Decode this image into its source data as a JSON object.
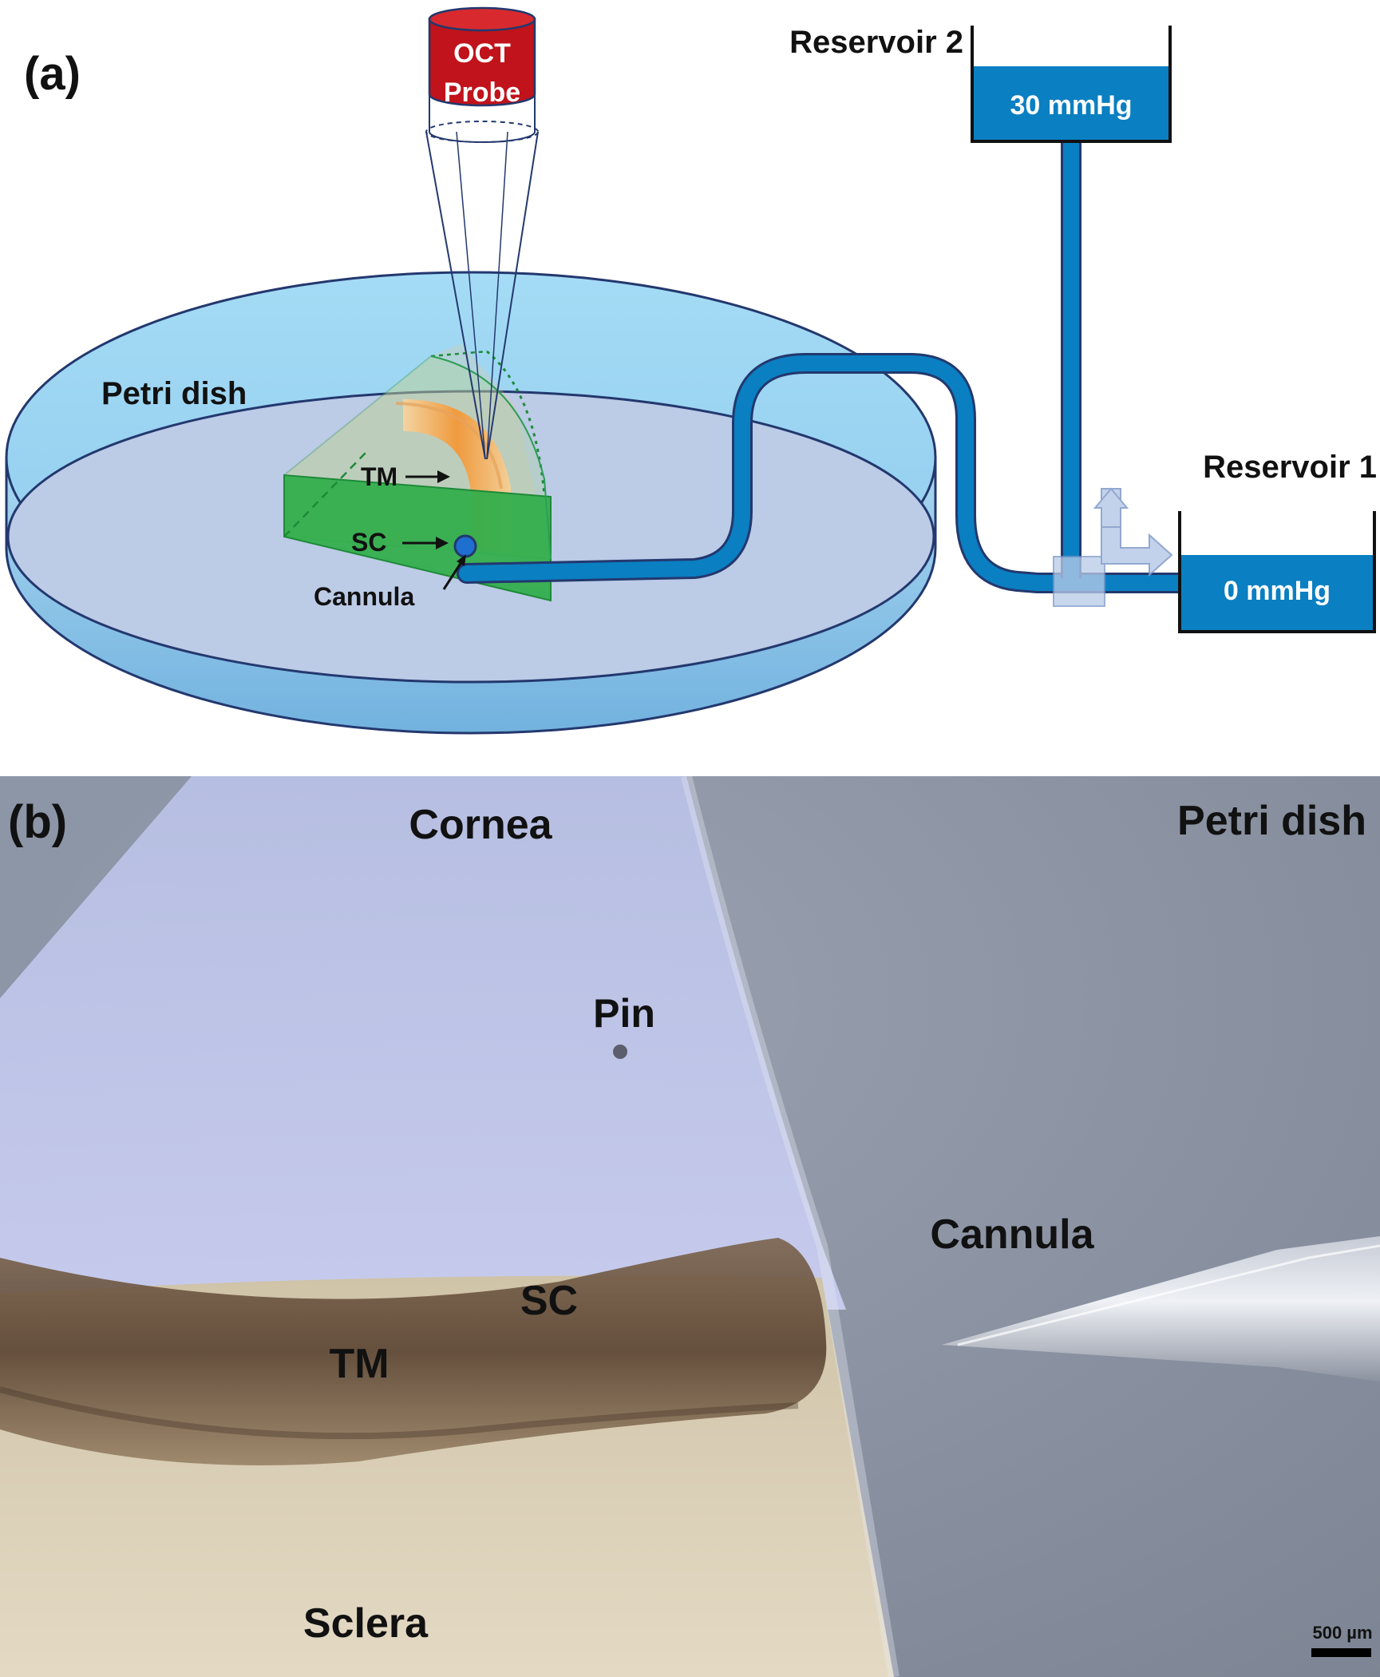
{
  "panel_a": {
    "label": "(a)",
    "probe_line1": "OCT",
    "probe_line2": "Probe",
    "reservoir2_title": "Reservoir 2",
    "reservoir2_pressure": "30 mmHg",
    "reservoir1_title": "Reservoir 1",
    "reservoir1_pressure": "0 mmHg",
    "petri_dish": "Petri dish",
    "tm": "TM",
    "sc": "SC",
    "cannula": "Cannula"
  },
  "panel_b": {
    "label": "(b)",
    "cornea": "Cornea",
    "petri_dish": "Petri dish",
    "pin": "Pin",
    "cannula": "Cannula",
    "sc": "SC",
    "tm": "TM",
    "sclera": "Sclera",
    "scale_bar": "500 µm"
  },
  "colors": {
    "fluid_blue": "#0a7fc2",
    "tissue_green": "#2fae4a",
    "probe_red": "#c0131b",
    "dish_outline": "#23386e"
  }
}
